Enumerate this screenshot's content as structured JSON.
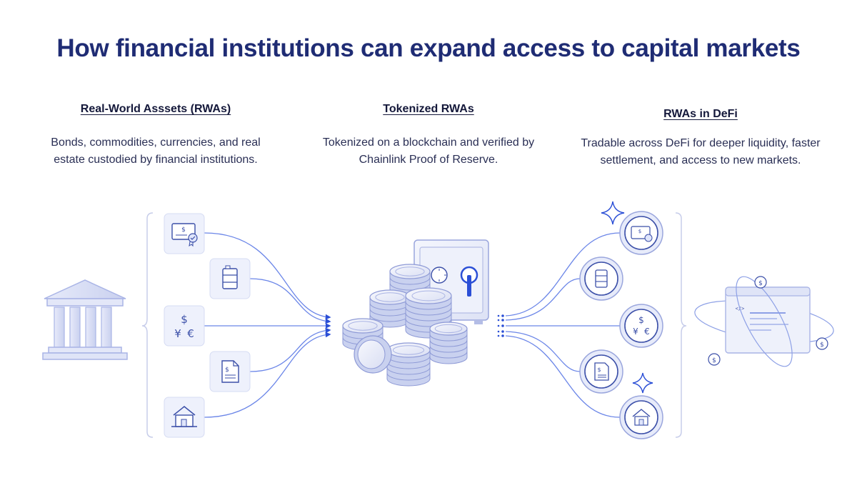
{
  "title": "How financial institutions can expand access to capital markets",
  "columns": [
    {
      "heading": "Real-World Asssets (RWAs)",
      "text": "Bonds, commodities, currencies, and real estate custodied by financial institutions."
    },
    {
      "heading": "Tokenized RWAs",
      "text": "Tokenized on a blockchain and verified by Chainlink Proof of Reserve."
    },
    {
      "heading": "RWAs in DeFi",
      "text": "Tradable across DeFi for deeper liquidity, faster settlement, and access to new markets."
    }
  ],
  "asset_icons": [
    "certificate-icon",
    "oil-barrel-icon",
    "currency-icon",
    "document-icon",
    "house-icon"
  ],
  "glyphs": {
    "dollar": "$",
    "yen": "¥",
    "euro": "€",
    "code": "</>"
  },
  "colors": {
    "title": "#1f2c74",
    "accent": "#2b4fd6",
    "line": "#6b86e8",
    "tile": "#eef1fc",
    "icon": "#3b4fa8"
  }
}
